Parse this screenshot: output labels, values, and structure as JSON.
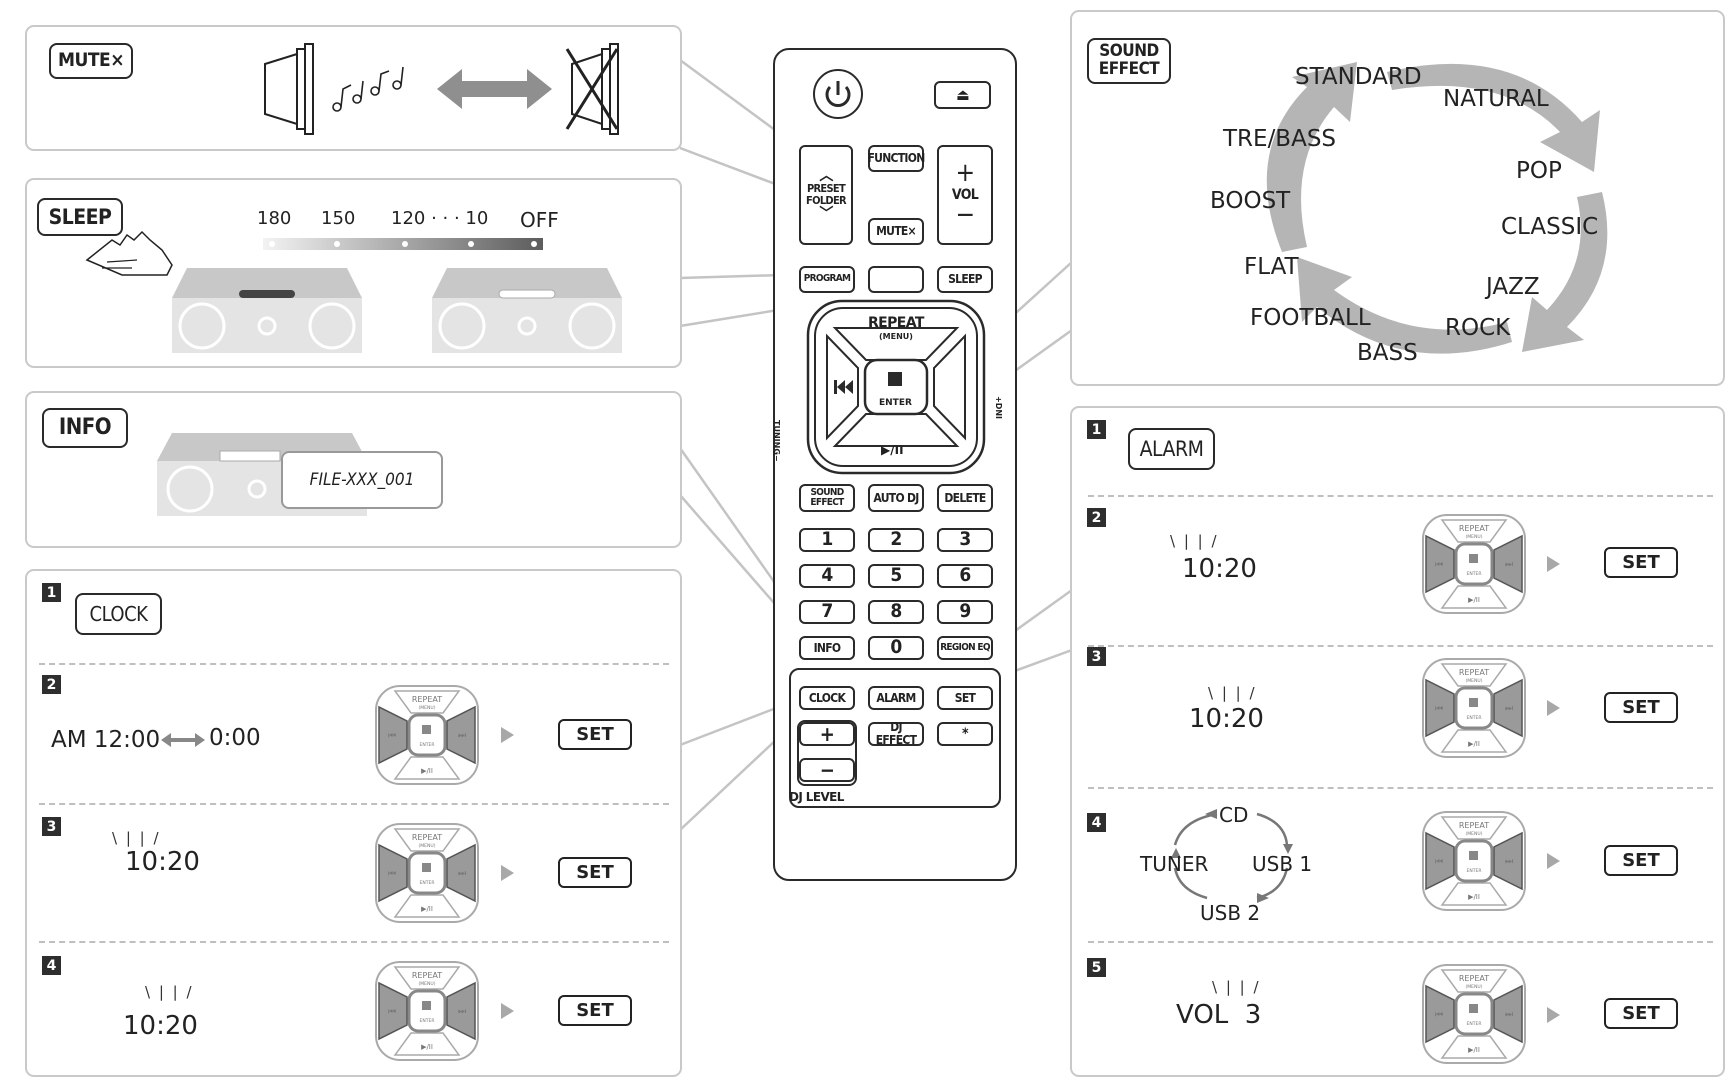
{
  "mute": {
    "label": "MUTE×"
  },
  "sleep": {
    "label": "SLEEP",
    "scale": [
      "180",
      "150",
      "120 · · · 10",
      "OFF"
    ]
  },
  "info": {
    "label": "INFO",
    "display_text": "FILE-XXX_001"
  },
  "clock": {
    "label": "CLOCK",
    "steps": [
      "1",
      "2",
      "3",
      "4"
    ],
    "step2_text": "AM 12:00",
    "step2_alt": "0:00",
    "step3_time": "10:20",
    "step4_time": "10:20",
    "set_label": "SET"
  },
  "sound_effect": {
    "label": "SOUND EFFECT",
    "modes": [
      "STANDARD",
      "NATURAL",
      "POP",
      "CLASSIC",
      "JAZZ",
      "ROCK",
      "BASS",
      "FOOTBALL",
      "FLAT",
      "BOOST",
      "TRE/BASS"
    ]
  },
  "alarm": {
    "label": "ALARM",
    "steps": [
      "1",
      "2",
      "3",
      "4",
      "5"
    ],
    "step2_time": "10:20",
    "step3_time": "10:20",
    "sources": [
      "CD",
      "USB 1",
      "USB 2",
      "TUNER"
    ],
    "step5_text": "VOL  3",
    "set_label": "SET"
  },
  "dpad": {
    "top": "REPEAT",
    "top_sub": "(MENU)",
    "center": "ENTER",
    "bottom": "▶/II",
    "left": "⏮",
    "right": "⏭"
  },
  "remote": {
    "eject": "⏏",
    "preset_folder": "PRESET FOLDER",
    "function": "FUNCTION",
    "vol": "VOL",
    "vol_plus": "+",
    "vol_minus": "−",
    "mute": "MUTE×",
    "program": "PROGRAM",
    "sleep": "SLEEP",
    "repeat": "REPEAT",
    "repeat_sub": "(MENU)",
    "enter": "ENTER",
    "play_pause": "▶/II",
    "tuning_minus": "TUNING−",
    "tuning_plus": "+DNI",
    "sound_effect": "SOUND EFFECT",
    "auto_dj": "AUTO DJ",
    "delete": "DELETE",
    "digits": [
      "1",
      "2",
      "3",
      "4",
      "5",
      "6",
      "7",
      "8",
      "9"
    ],
    "info": "INFO",
    "zero": "0",
    "region_eq": "REGION EQ",
    "clock": "CLOCK",
    "alarm": "ALARM",
    "set": "SET",
    "plus": "+",
    "dj_effect": "DJ EFFECT",
    "star": "*",
    "minus": "−",
    "dj_level": "DJ LEVEL"
  }
}
